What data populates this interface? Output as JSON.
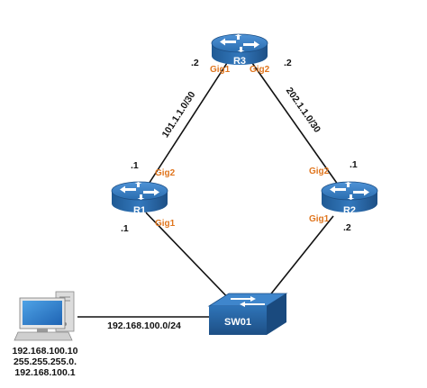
{
  "devices": {
    "r1": {
      "label": "R1"
    },
    "r2": {
      "label": "R2"
    },
    "r3": {
      "label": "R3"
    },
    "sw": {
      "label": "SW01"
    }
  },
  "links": {
    "r1_r3": {
      "subnet": "101.1.1.0/30",
      "r1_host": ".1",
      "r3_host": ".2",
      "r1_if": "Gig2",
      "r3_if": "Gig1"
    },
    "r2_r3": {
      "subnet": "202.1.1.0/30",
      "r2_host": ".1",
      "r3_host": ".2",
      "r2_if": "Gig2",
      "r3_if": "Gig2"
    },
    "r1_sw": {
      "r1_host": ".1",
      "r1_if": "Gig1"
    },
    "r2_sw": {
      "r2_host": ".2",
      "r2_if": "Gig1"
    },
    "pc_sw": {
      "subnet": "192.168.100.0/24"
    }
  },
  "host": {
    "ip": "192.168.100.10",
    "mask": "255.255.255.0.",
    "gateway": "192.168.100.1"
  },
  "colors": {
    "router_body": "#2a6db0",
    "router_dark": "#1d4f85",
    "interface_label": "#e0761f",
    "link": "#111111"
  },
  "icons": {
    "router": "router-icon",
    "switch": "switch-icon",
    "pc": "computer-icon"
  }
}
